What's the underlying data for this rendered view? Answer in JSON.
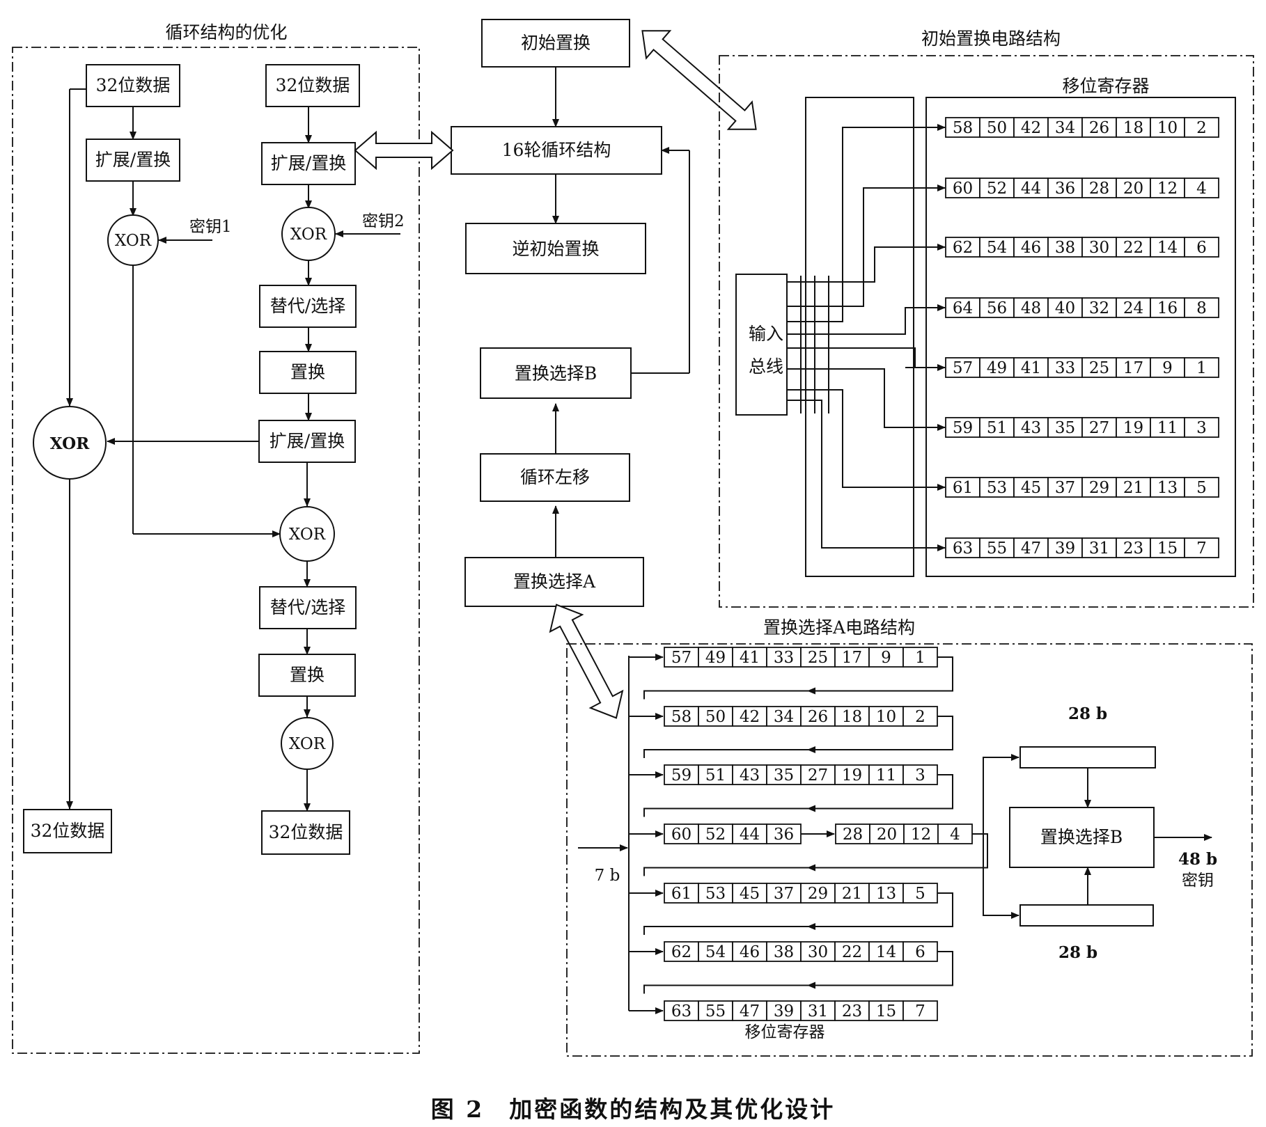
{
  "sections": {
    "loop_opt_title": "循环结构的优化",
    "ip_circuit_title": "初始置换电路结构",
    "pca_circuit_title": "置换选择A电路结构"
  },
  "main_flow": {
    "initial_perm": "初始置换",
    "rounds16": "16轮循环结构",
    "inverse_perm": "逆初始置换",
    "pc_b": "置换选择B",
    "rotate_left": "循环左移",
    "pc_a": "置换选择A"
  },
  "loop": {
    "data32": "32位数据",
    "expand": "扩展/置换",
    "xor": "XOR",
    "key1": "密钥1",
    "key2": "密钥2",
    "subst": "替代/选择",
    "perm": "置换"
  },
  "ip_circuit": {
    "shift_reg": "移位寄存器",
    "input_bus_1": "输入",
    "input_bus_2": "总线",
    "rows": [
      [
        "58",
        "50",
        "42",
        "34",
        "26",
        "18",
        "10",
        "2"
      ],
      [
        "60",
        "52",
        "44",
        "36",
        "28",
        "20",
        "12",
        "4"
      ],
      [
        "62",
        "54",
        "46",
        "38",
        "30",
        "22",
        "14",
        "6"
      ],
      [
        "64",
        "56",
        "48",
        "40",
        "32",
        "24",
        "16",
        "8"
      ],
      [
        "57",
        "49",
        "41",
        "33",
        "25",
        "17",
        "9",
        "1"
      ],
      [
        "59",
        "51",
        "43",
        "35",
        "27",
        "19",
        "11",
        "3"
      ],
      [
        "61",
        "53",
        "45",
        "37",
        "29",
        "21",
        "13",
        "5"
      ],
      [
        "63",
        "55",
        "47",
        "39",
        "31",
        "23",
        "15",
        "7"
      ]
    ]
  },
  "pca_circuit": {
    "rows": [
      [
        "57",
        "49",
        "41",
        "33",
        "25",
        "17",
        "9",
        "1"
      ],
      [
        "58",
        "50",
        "42",
        "34",
        "26",
        "18",
        "10",
        "2"
      ],
      [
        "59",
        "51",
        "43",
        "35",
        "27",
        "19",
        "11",
        "3"
      ],
      [
        "60",
        "52",
        "44",
        "36",
        "28",
        "20",
        "12",
        "4"
      ],
      [
        "61",
        "53",
        "45",
        "37",
        "29",
        "21",
        "13",
        "5"
      ],
      [
        "62",
        "54",
        "46",
        "38",
        "30",
        "22",
        "14",
        "6"
      ],
      [
        "63",
        "55",
        "47",
        "39",
        "31",
        "23",
        "15",
        "7"
      ]
    ],
    "input_width": "7 b",
    "half_top": "28 b",
    "half_bottom": "28 b",
    "pc_b": "置换选择B",
    "out_width": "48 b",
    "out_key": "密钥",
    "shift_reg": "移位寄存器"
  },
  "caption": "图 2　加密函数的结构及其优化设计"
}
